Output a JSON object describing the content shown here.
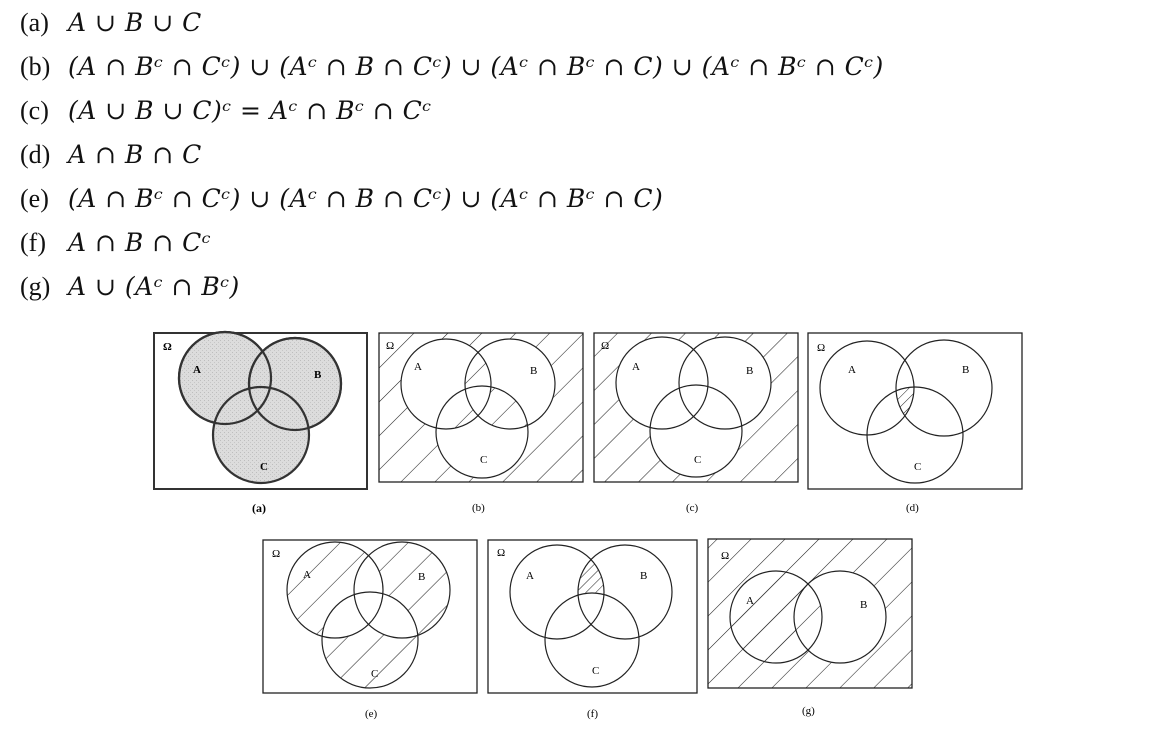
{
  "formulas": [
    {
      "label": "(a)",
      "expr": "A ∪ B ∪ C"
    },
    {
      "label": "(b)",
      "expr": "(A ∩ Bᶜ ∩ Cᶜ) ∪ (Aᶜ ∩ B ∩ Cᶜ) ∪ (Aᶜ ∩ Bᶜ ∩ C) ∪ (Aᶜ ∩ Bᶜ ∩ Cᶜ)"
    },
    {
      "label": "(c)",
      "expr": "(A ∪ B ∪ C)ᶜ = Aᶜ ∩ Bᶜ ∩ Cᶜ"
    },
    {
      "label": "(d)",
      "expr": "A ∩ B ∩ C"
    },
    {
      "label": "(e)",
      "expr": "(A ∩ Bᶜ ∩ Cᶜ) ∪ (Aᶜ ∩ B ∩ Cᶜ) ∪ (Aᶜ ∩ Bᶜ ∩ C)"
    },
    {
      "label": "(f)",
      "expr": "A ∩ B ∩ Cᶜ"
    },
    {
      "label": "(g)",
      "expr": "A ∪ (Aᶜ ∩ Bᶜ)"
    }
  ],
  "diagrams": [
    {
      "caption": "(a)",
      "omega": "Ω",
      "sets": [
        "A",
        "B",
        "C"
      ],
      "shaded": "union A B C (gray fill)"
    },
    {
      "caption": "(b)",
      "omega": "Ω",
      "sets": [
        "A",
        "B",
        "C"
      ],
      "shaded": "exactly one set or none"
    },
    {
      "caption": "(c)",
      "omega": "Ω",
      "sets": [
        "A",
        "B",
        "C"
      ],
      "shaded": "outside all sets"
    },
    {
      "caption": "(d)",
      "omega": "Ω",
      "sets": [
        "A",
        "B",
        "C"
      ],
      "shaded": "A ∩ B ∩ C"
    },
    {
      "caption": "(e)",
      "omega": "Ω",
      "sets": [
        "A",
        "B",
        "C"
      ],
      "shaded": "exactly one set"
    },
    {
      "caption": "(f)",
      "omega": "Ω",
      "sets": [
        "A",
        "B",
        "C"
      ],
      "shaded": "A ∩ B outside C"
    },
    {
      "caption": "(g)",
      "omega": "Ω",
      "sets": [
        "A",
        "B"
      ],
      "shaded": "everything outside B minus A"
    }
  ]
}
